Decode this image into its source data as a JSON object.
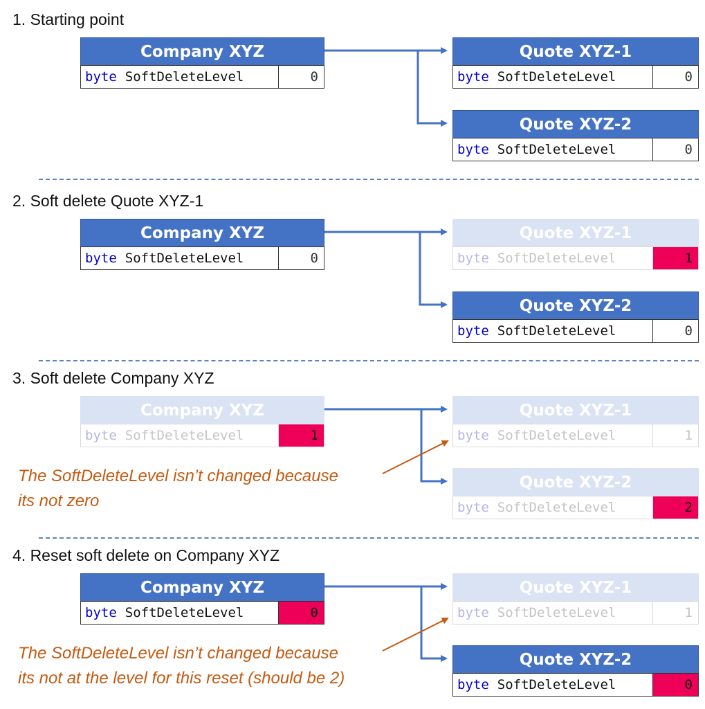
{
  "keyword": "byte",
  "field_name": "SoftDeleteLevel",
  "colors": {
    "header": "#4472c4",
    "header_faded": "#dae3f3",
    "highlight": "#ef0058",
    "note": "#c55a11",
    "separator": "#5b84bf"
  },
  "sections": [
    {
      "title": "1. Starting point",
      "company": {
        "name": "Company XYZ",
        "value": "0",
        "faded": false,
        "highlight": false
      },
      "quote1": {
        "name": "Quote XYZ-1",
        "value": "0",
        "faded": false,
        "highlight": false
      },
      "quote2": {
        "name": "Quote XYZ-2",
        "value": "0",
        "faded": false,
        "highlight": false
      }
    },
    {
      "title": "2. Soft delete Quote XYZ-1",
      "company": {
        "name": "Company XYZ",
        "value": "0",
        "faded": false,
        "highlight": false
      },
      "quote1": {
        "name": "Quote XYZ-1",
        "value": "1",
        "faded": true,
        "highlight": true
      },
      "quote2": {
        "name": "Quote XYZ-2",
        "value": "0",
        "faded": false,
        "highlight": false
      }
    },
    {
      "title": "3. Soft delete Company XYZ",
      "company": {
        "name": "Company XYZ",
        "value": "1",
        "faded": true,
        "highlight": true
      },
      "quote1": {
        "name": "Quote XYZ-1",
        "value": "1",
        "faded": true,
        "highlight": false
      },
      "quote2": {
        "name": "Quote XYZ-2",
        "value": "2",
        "faded": true,
        "highlight": true
      },
      "note": [
        "The SoftDeleteLevel isn’t changed because",
        "its not zero"
      ]
    },
    {
      "title": "4. Reset soft delete on Company XYZ",
      "company": {
        "name": "Company XYZ",
        "value": "0",
        "faded": false,
        "highlight": true
      },
      "quote1": {
        "name": "Quote XYZ-1",
        "value": "1",
        "faded": true,
        "highlight": false
      },
      "quote2": {
        "name": "Quote XYZ-2",
        "value": "0",
        "faded": false,
        "highlight": true
      },
      "note": [
        "The SoftDeleteLevel isn’t changed because",
        "its not at the level for this reset (should be 2)"
      ]
    }
  ]
}
